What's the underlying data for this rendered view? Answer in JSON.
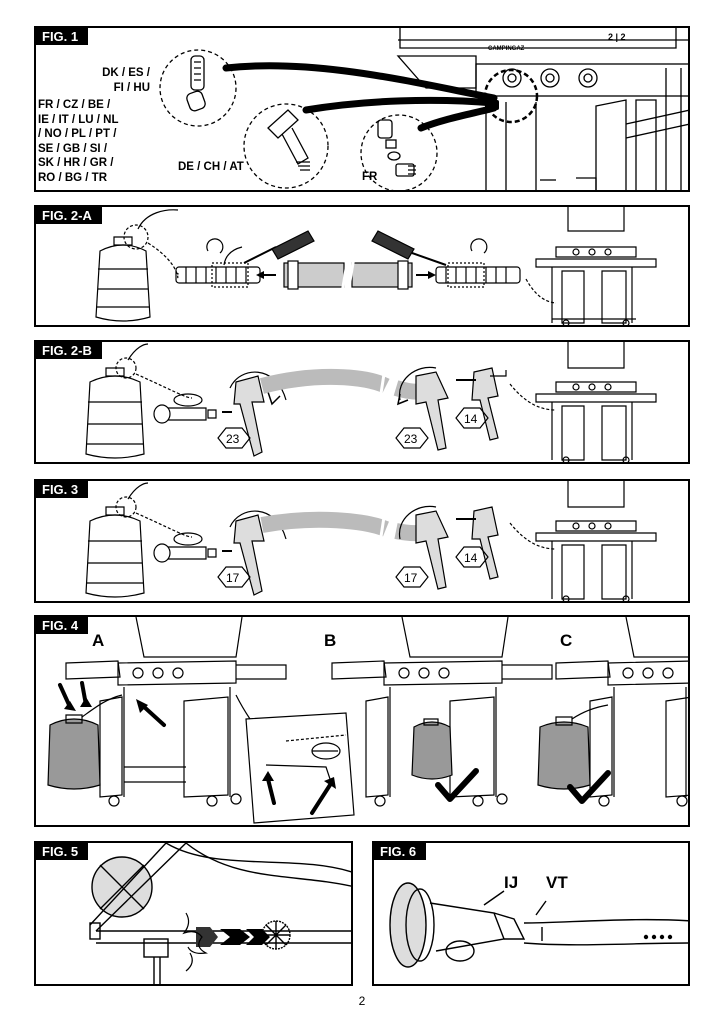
{
  "figures": {
    "fig1": {
      "tag": "FIG. 1",
      "region_group_1": [
        "DK / ES /",
        "FI / HU"
      ],
      "region_group_2": [
        "FR / CZ / BE /",
        "IE / IT / LU / NL",
        "/ NO / PL / PT /",
        "SE / GB / SI /",
        "SK / HR / GR /",
        "RO / BG / TR"
      ],
      "region_group_3": "DE / CH / AT",
      "region_group_4": "FR",
      "control_panel_label": "2 | 2",
      "brand_badge": "CAMPINGAZ"
    },
    "fig2a": {
      "tag": "FIG. 2-A"
    },
    "fig2b": {
      "tag": "FIG. 2-B",
      "wrench_sizes": [
        "23",
        "23",
        "14"
      ]
    },
    "fig3": {
      "tag": "FIG. 3",
      "wrench_sizes": [
        "17",
        "17",
        "14"
      ]
    },
    "fig4": {
      "tag": "FIG. 4",
      "options": [
        "A",
        "B",
        "C"
      ]
    },
    "fig5": {
      "tag": "FIG. 5"
    },
    "fig6": {
      "tag": "FIG. 6",
      "labels": [
        "IJ",
        "VT"
      ]
    }
  },
  "page_number": "2"
}
